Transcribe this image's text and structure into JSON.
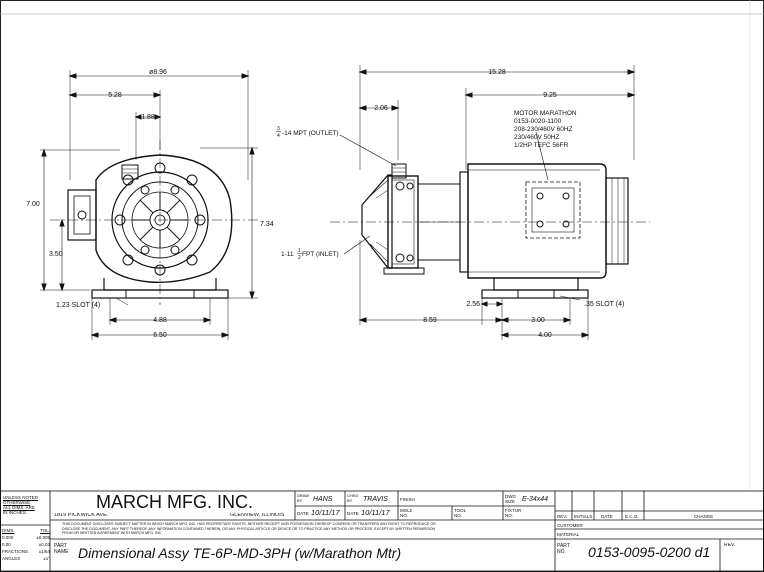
{
  "drawing": {
    "front_view": {
      "dim_overall_width": "ø8.96",
      "dim_left_offset": "5.28",
      "dim_center_offset": "1.88",
      "dim_height_total": "7.00",
      "dim_height_right": "7.34",
      "dim_inlet_height": "3.50",
      "dim_slot": "1.23 SLOT (4)",
      "dim_base_inner": "4.88",
      "dim_base_outer": "6.50"
    },
    "side_view": {
      "dim_overall_length": "15.28",
      "dim_pump_length": "2.06",
      "dim_motor_length": "9.25",
      "outlet_label": "3/4-14 MPT (OUTLET)",
      "outlet_frac_num": "3",
      "outlet_frac_den": "4",
      "outlet_text": "-14 MPT (OUTLET)",
      "inlet_whole": "1-11",
      "inlet_frac_num": "1",
      "inlet_frac_den": "2",
      "inlet_text": " FPT (INLET)",
      "motor_note": [
        "MOTOR MARATHON",
        "0153-0020-1100",
        "208-230/460V 60HZ",
        "230/460V 50HZ",
        "1/2HP TEFC 56FR"
      ],
      "dim_to_foot": "8.59",
      "dim_foot_offset": "2.56",
      "dim_foot_inner": "3.00",
      "dim_foot_outer": "4.00",
      "dim_slot_small": ".35 SLOT (4)"
    }
  },
  "title_block": {
    "tolerance_header": [
      "UNLESS NOTED",
      "OTHERWISE",
      "ALL DIMS. ARE",
      "IN INCHES."
    ],
    "tolerance_rows": [
      {
        "left": "DIMS.",
        "right": "TOL."
      },
      {
        "left": "0.000",
        "right": "±0.005"
      },
      {
        "left": "0.00",
        "right": "±0.03"
      },
      {
        "left": "FRACTIONS",
        "right": "±1/64"
      },
      {
        "left": "ANGLES",
        "right": "±1°"
      }
    ],
    "company": "MARCH MFG. INC.",
    "address": "1819 PICKWICK AVE.",
    "city": "GLENVIEW, ILLINOIS",
    "drawn_by_label": "DRAWN BY",
    "drawn_by": "HANS",
    "chkd_by_label": "CHKD BY",
    "chkd_by": "TRAVIS",
    "date_label": "DATE",
    "drawn_date": "10/11/17",
    "chkd_date": "10/11/17",
    "finish_label": "FINISH",
    "mold_label": "MOLD NO.",
    "tool_label": "TOOL NO.",
    "fixture_label": "FIXTURE NO.",
    "dwg_size_label": "DWG SIZE",
    "dwg_size": "E-34x44",
    "disclaimer": [
      "THIS DOCUMENT DISCLOSES SUBJECT MATTER IN WHICH MARCH MFG. INC. HAS PROPRIETARY RIGHTS. NEITHER RECEIPT NOR POSSESSION THEREOF CONFERS OR TRANSFERS ANY RIGHT TO REPRODUCE OR",
      "DISCLOSE THE DOCUMENT, ANY PART THEREOF, ANY INFORMATION CONTAINED THEREIN, OR ANY PHYSICAL ARTICLE OR DEVICE OR TO PRACTICE ANY METHOD OR PROCESS, EXCEPT BY WRITTEN PERMISSION",
      "FROM OR WRITTEN AGREEMENT WITH MARCH MFG. INC."
    ],
    "part_name_label": "PART NAME",
    "part_name": "Dimensional Assy TE-6P-MD-3PH (w/Marathon Mtr)",
    "rev_headers": [
      "REV.",
      "INITIALS",
      "DATE",
      "E.C.O.",
      "CHANGE"
    ],
    "customer_label": "CUSTOMER",
    "material_label": "MATERIAL",
    "part_no_label": "PART NO.",
    "part_no": "0153-0095-0200 d1",
    "rev_label": "REV."
  }
}
